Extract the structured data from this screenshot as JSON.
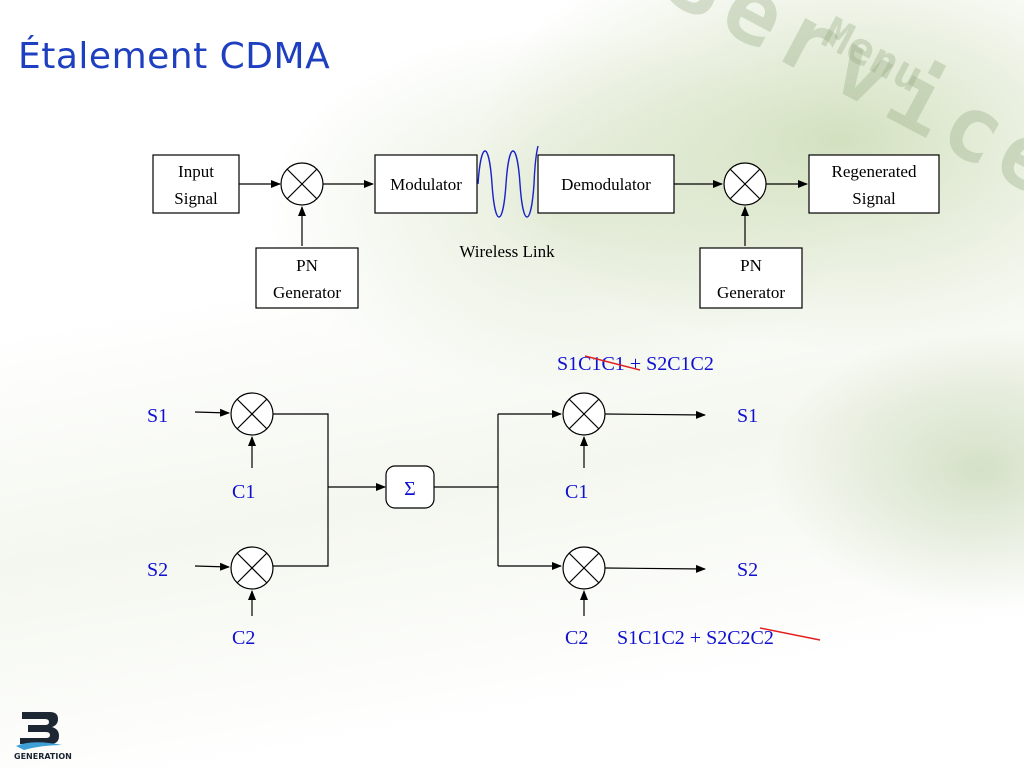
{
  "slide": {
    "title": "Étalement CDMA",
    "watermark_big": "Service",
    "watermark_small": "Menu"
  },
  "top_diagram": {
    "input_signal": [
      "Input",
      "Signal"
    ],
    "modulator": "Modulator",
    "demodulator": "Demodulator",
    "regenerated_signal": [
      "Regenerated",
      "Signal"
    ],
    "pn_generator_left": [
      "PN",
      "Generator"
    ],
    "pn_generator_right": [
      "PN",
      "Generator"
    ],
    "wireless_link": "Wireless Link"
  },
  "bottom_diagram": {
    "sum_symbol": "Σ",
    "inputs": {
      "s1": "S1",
      "s2": "S2",
      "c1": "C1",
      "c2": "C2"
    },
    "outputs": {
      "s1": "S1",
      "s2": "S2",
      "c1": "C1",
      "c2": "C2"
    },
    "expr_top": {
      "a": "S1",
      "cancelled": "C1C1",
      "b": " + S2C1C2"
    },
    "expr_bottom": {
      "a": "S1C1C2 + S2",
      "cancelled": "C2C2"
    },
    "label_color": "#1010d0",
    "cancel_color": "#e02020"
  },
  "logo": {
    "text": "GENERATION"
  }
}
